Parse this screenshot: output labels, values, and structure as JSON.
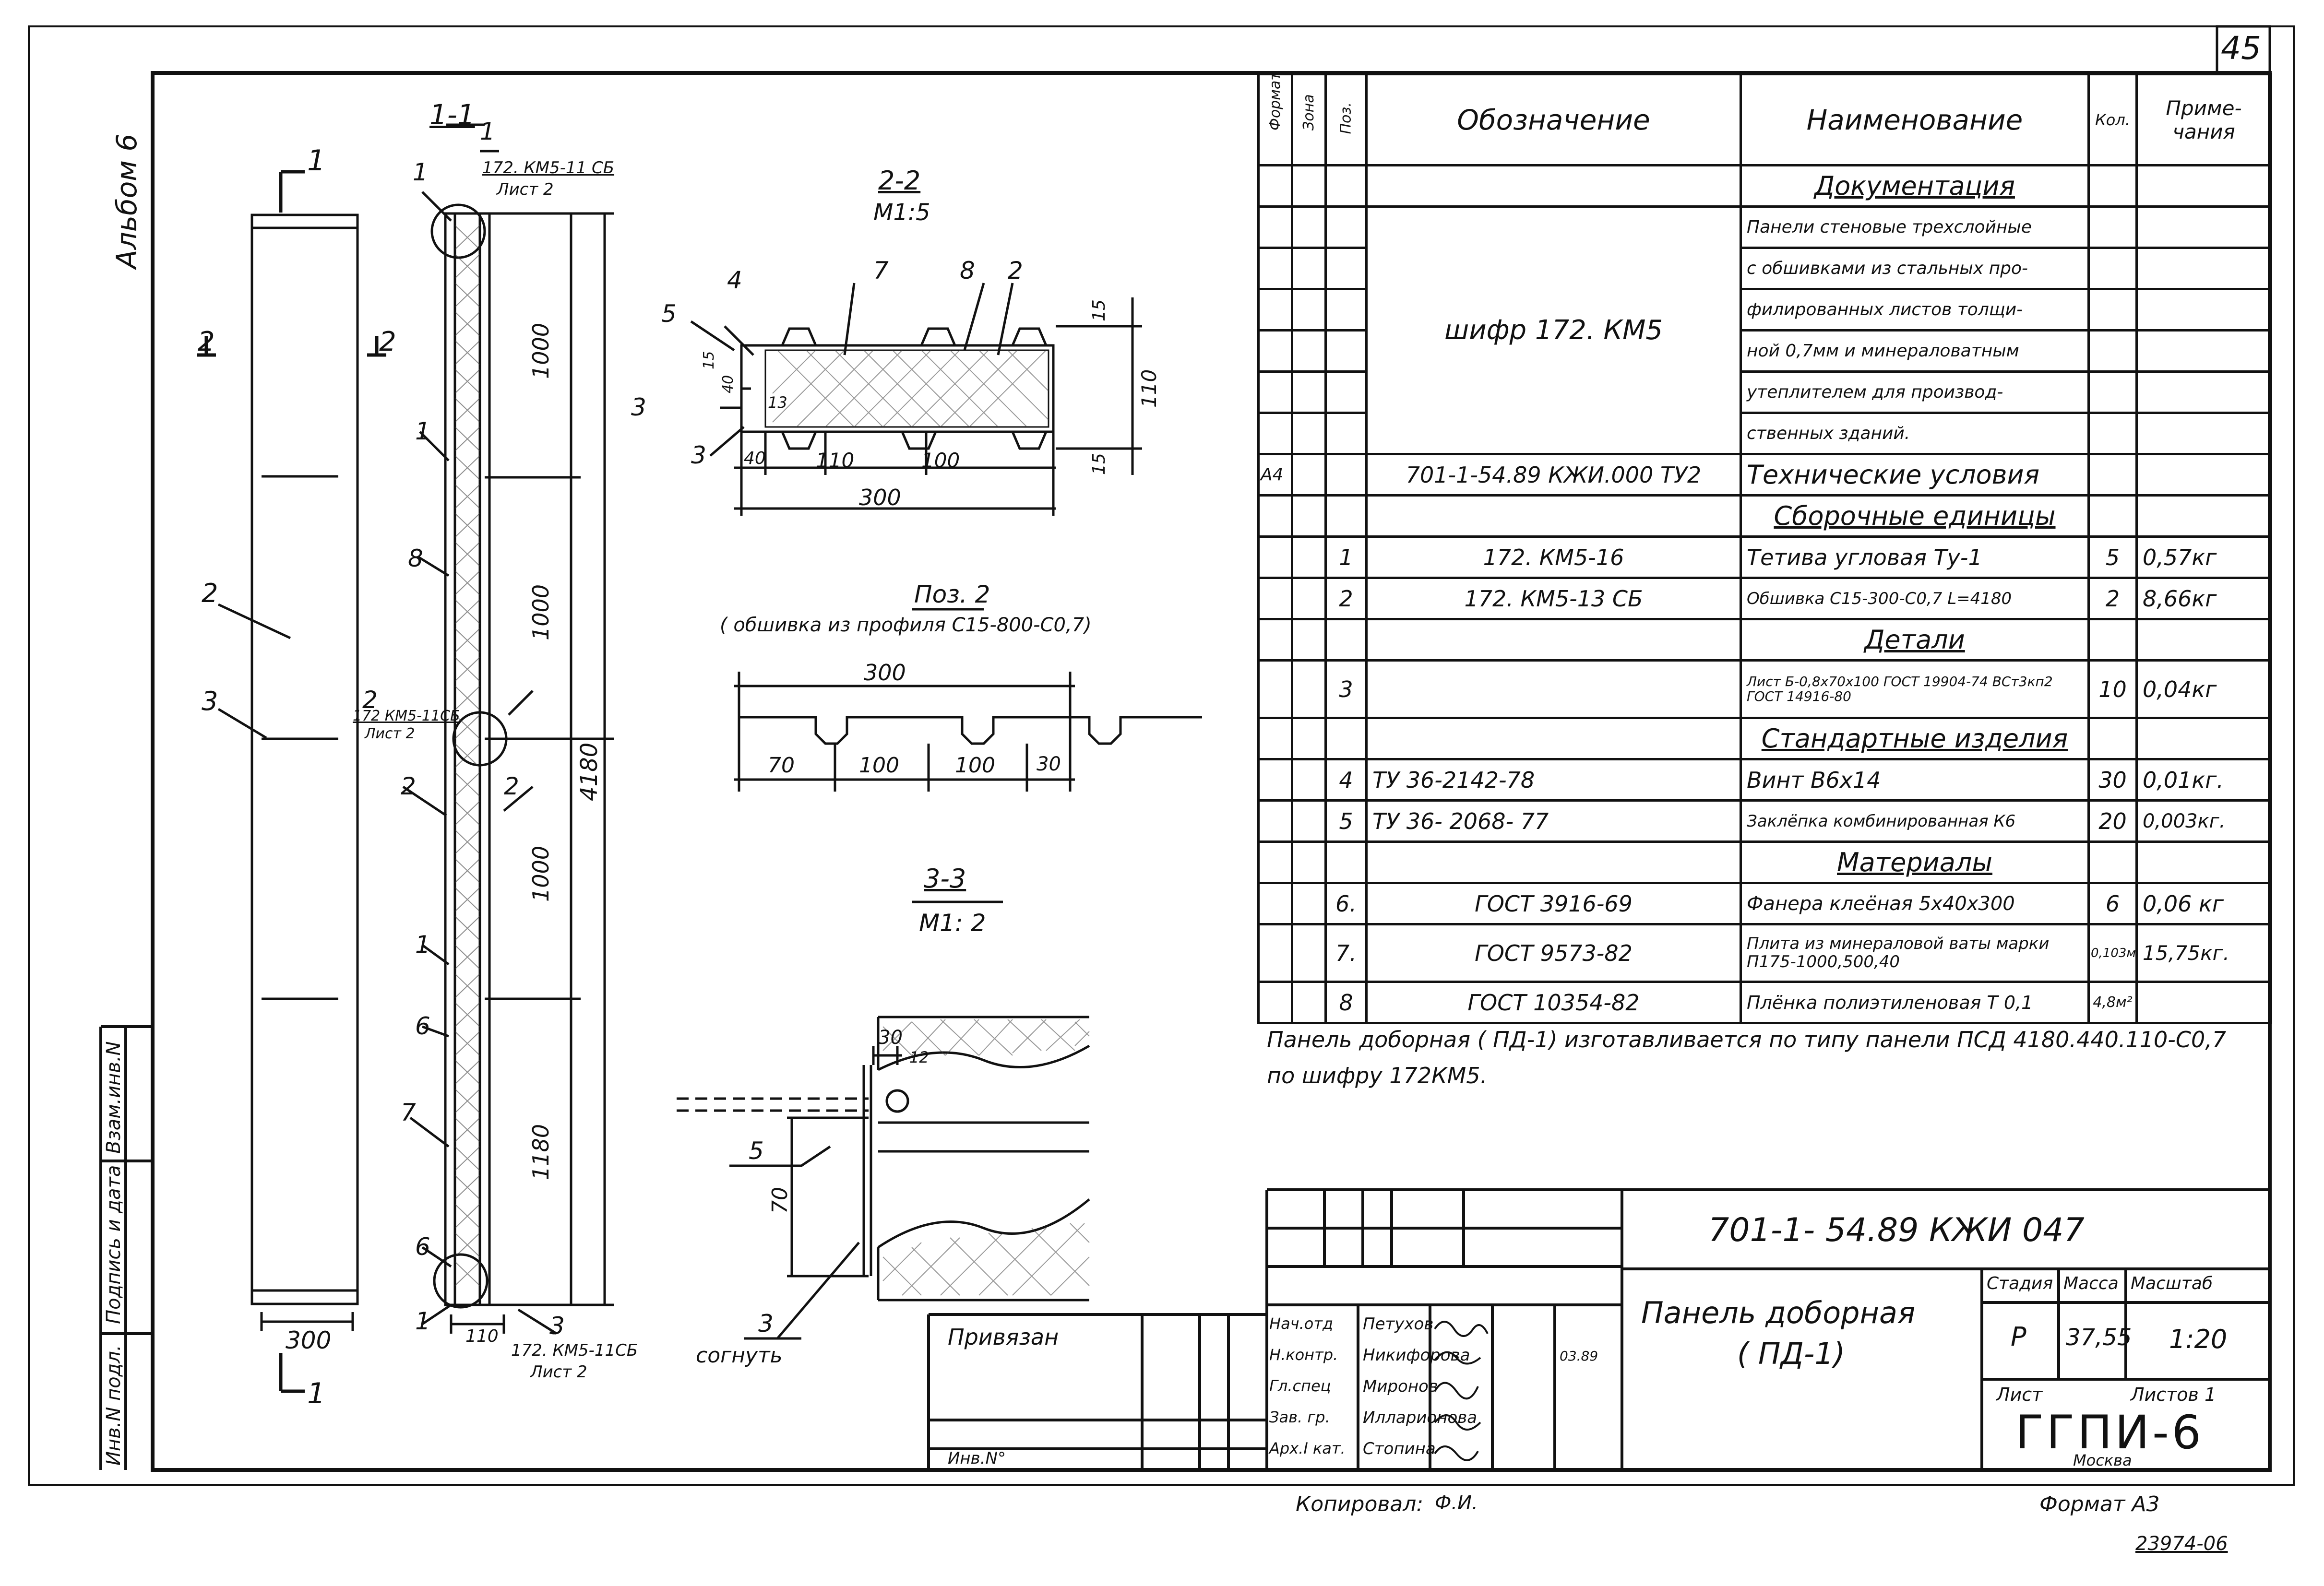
{
  "sheet": {
    "number": "45",
    "album": "Альбом 6",
    "copied_by": "Копировал:",
    "copied_sign": "Ф.И.",
    "format": "Формат А3",
    "inventory": "23974-06"
  },
  "side_stamp": {
    "cells": [
      "Инв.N подл.",
      "Подпись и дата",
      "Взам.инв.N"
    ]
  },
  "drawings": {
    "elevation": {
      "cut_1": "1",
      "cut_2": "2",
      "pos_2": "2",
      "pos_3": "3",
      "width": "300"
    },
    "section_1_1": {
      "title": "1-1",
      "ref_top": "172. КМ5-11 СБ",
      "ref_top_sheet": "Лист 2",
      "ref_mid": "172 КМ5-11СБ",
      "ref_mid_sheet": "Лист 2",
      "ref_bottom": "172. КМ5-11СБ",
      "ref_bottom_sheet": "Лист 2",
      "dims": [
        "1000",
        "1000",
        "1000",
        "1180",
        "4180"
      ],
      "bottom_width": "110",
      "marks": [
        "1",
        "1",
        "8",
        "2",
        "2",
        "2",
        "1",
        "6",
        "7",
        "6",
        "1",
        "3",
        "1"
      ]
    },
    "section_2_2": {
      "title": "2-2",
      "scale": "М1:5",
      "dims_bottom": [
        "40",
        "110",
        "100",
        "300"
      ],
      "dims_right": [
        "15",
        "110",
        "15"
      ],
      "dims_left": [
        "15",
        "40",
        "13"
      ],
      "marks": [
        "4",
        "5",
        "7",
        "8",
        "2",
        "3",
        "3"
      ]
    },
    "pos_2": {
      "title": "Поз. 2",
      "subtitle": "( обшивка из профиля С15-800-С0,7)",
      "dims": [
        "300",
        "70",
        "100",
        "100",
        "30"
      ]
    },
    "section_3_3": {
      "title": "3-3",
      "scale": "М1: 2",
      "dims": [
        "30",
        "12",
        "70"
      ],
      "marks": [
        "5",
        "3"
      ],
      "note": "согнуть"
    }
  },
  "spec": {
    "headers": {
      "format": "Формат",
      "zone": "Зона",
      "pos": "Поз.",
      "designation": "Обозначение",
      "name": "Наименование",
      "qty": "Кол.",
      "note": "Приме-чания"
    },
    "rows": [
      {
        "section": "Документация"
      },
      {
        "designation": "шифр 172. КМ5",
        "name": "Панели стеновые трехслойные"
      },
      {
        "name": "с обшивками из стальных про-"
      },
      {
        "name": "филированных листов толщи-"
      },
      {
        "name": "ной 0,7мм и минераловатным"
      },
      {
        "name": "утеплителем для производ-"
      },
      {
        "name": "ственных зданий."
      },
      {
        "format": "А4",
        "designation": "701-1-54.89 КЖИ.000 ТУ2",
        "name": "Технические условия"
      },
      {
        "section": "Сборочные единицы"
      },
      {
        "pos": "1",
        "designation": "172. КМ5-16",
        "name": "Тетива угловая Ту-1",
        "qty": "5",
        "note": "0,57кг"
      },
      {
        "pos": "2",
        "designation": "172. КМ5-13 СБ",
        "name": "Обшивка С15-300-С0,7 L=4180",
        "qty": "2",
        "note": "8,66кг"
      },
      {
        "section": "Детали"
      },
      {
        "pos": "3",
        "name": "Лист Б-0,8х70х100 ГОСТ 19904-74 ВСт3кп2 ГОСТ 14916-80",
        "qty": "10",
        "note": "0,04кг"
      },
      {
        "section": "Стандартные изделия"
      },
      {
        "pos": "4",
        "designation": "ТУ 36-2142-78",
        "name": "Винт В6х14",
        "qty": "30",
        "note": "0,01кг."
      },
      {
        "pos": "5",
        "designation": "ТУ 36- 2068- 77",
        "name": "Заклёпка комбинированная К6",
        "qty": "20",
        "note": "0,003кг."
      },
      {
        "section": "Материалы"
      },
      {
        "pos": "6.",
        "designation": "ГОСТ 3916-69",
        "name": "Фанера клеёная 5х40х300",
        "qty": "6",
        "note": "0,06 кг"
      },
      {
        "pos": "7.",
        "designation": "ГОСТ 9573-82",
        "name": "Плита из минераловой ваты марки П175-1000,500,40",
        "qty": "0,103м³",
        "note": "15,75кг."
      },
      {
        "pos": "8",
        "designation": "ГОСТ 10354-82",
        "name": "Плёнка полиэтиленовая Т 0,1",
        "qty": "4,8м²",
        "note": ""
      }
    ],
    "remark_1": "Панель доборная ( ПД-1) изготавливается по типу панели ПСД 4180.440.110-С0,7",
    "remark_2": "по шифру 172КМ5."
  },
  "title_block": {
    "code": "701-1- 54.89 КЖИ 047",
    "name_1": "Панель доборная",
    "name_2": "( ПД-1)",
    "stage_label": "Стадия",
    "mass_label": "Масса",
    "scale_label": "Масштаб",
    "stage": "Р",
    "mass": "37,55",
    "scale": "1:20",
    "sheet_label": "Лист",
    "sheets_label": "Листов 1",
    "org": "ГГПИ-6",
    "city": "Москва",
    "tied": "Привязан",
    "inv": "Инв.N°",
    "staff": [
      {
        "role": "Нач.отд",
        "name": "Петухов"
      },
      {
        "role": "Н.контр.",
        "name": "Никифорова"
      },
      {
        "role": "Гл.спец",
        "name": "Миронов"
      },
      {
        "role": "Зав. гр.",
        "name": "Илларионова"
      },
      {
        "role": "Арх.I кат.",
        "name": "Стопина"
      }
    ],
    "date": "03.89"
  }
}
